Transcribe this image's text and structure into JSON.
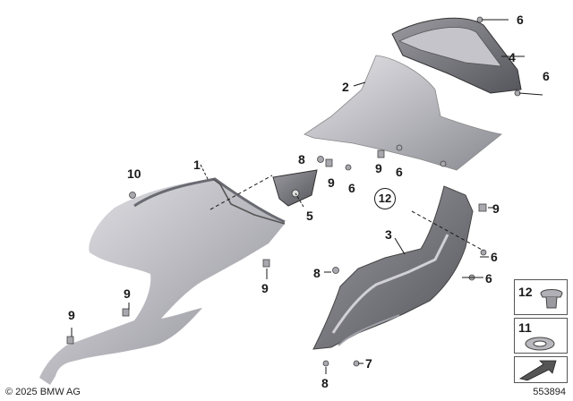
{
  "callouts": {
    "c1": "1",
    "c2": "2",
    "c3": "3",
    "c4": "4",
    "c5": "5",
    "c6a": "6",
    "c6b": "6",
    "c6c": "6",
    "c6d": "6",
    "c6e": "6",
    "c7": "7",
    "c8a": "8",
    "c8b": "8",
    "c8c": "8",
    "c9a": "9",
    "c9b": "9",
    "c9c": "9",
    "c9d": "9",
    "c9e": "9",
    "c9f": "9",
    "c10": "10",
    "c12": "12"
  },
  "legend": {
    "item12": "12",
    "item11": "11"
  },
  "footer": {
    "copyright": "© 2025 BMW AG",
    "diagram_id": "553894"
  },
  "colors": {
    "part_fill": "#c8c8cc",
    "part_dark": "#6e6e74",
    "line": "#1a1a1a"
  }
}
